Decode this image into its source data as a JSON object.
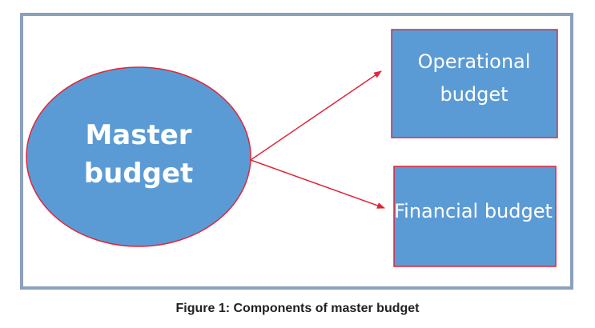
{
  "diagram": {
    "root": {
      "label_line1": "Master",
      "label_line2": "budget"
    },
    "operational": {
      "label_line1": "Operational",
      "label_line2": "budget"
    },
    "financial": {
      "label": "Financial budget"
    }
  },
  "caption": "Figure 1: Components of master budget",
  "colors": {
    "node_fill": "#5b9bd5",
    "node_stroke": "#e0263a",
    "arrow": "#e0263a",
    "frame_border": "#8aa0bd",
    "label_text": "#ffffff"
  }
}
